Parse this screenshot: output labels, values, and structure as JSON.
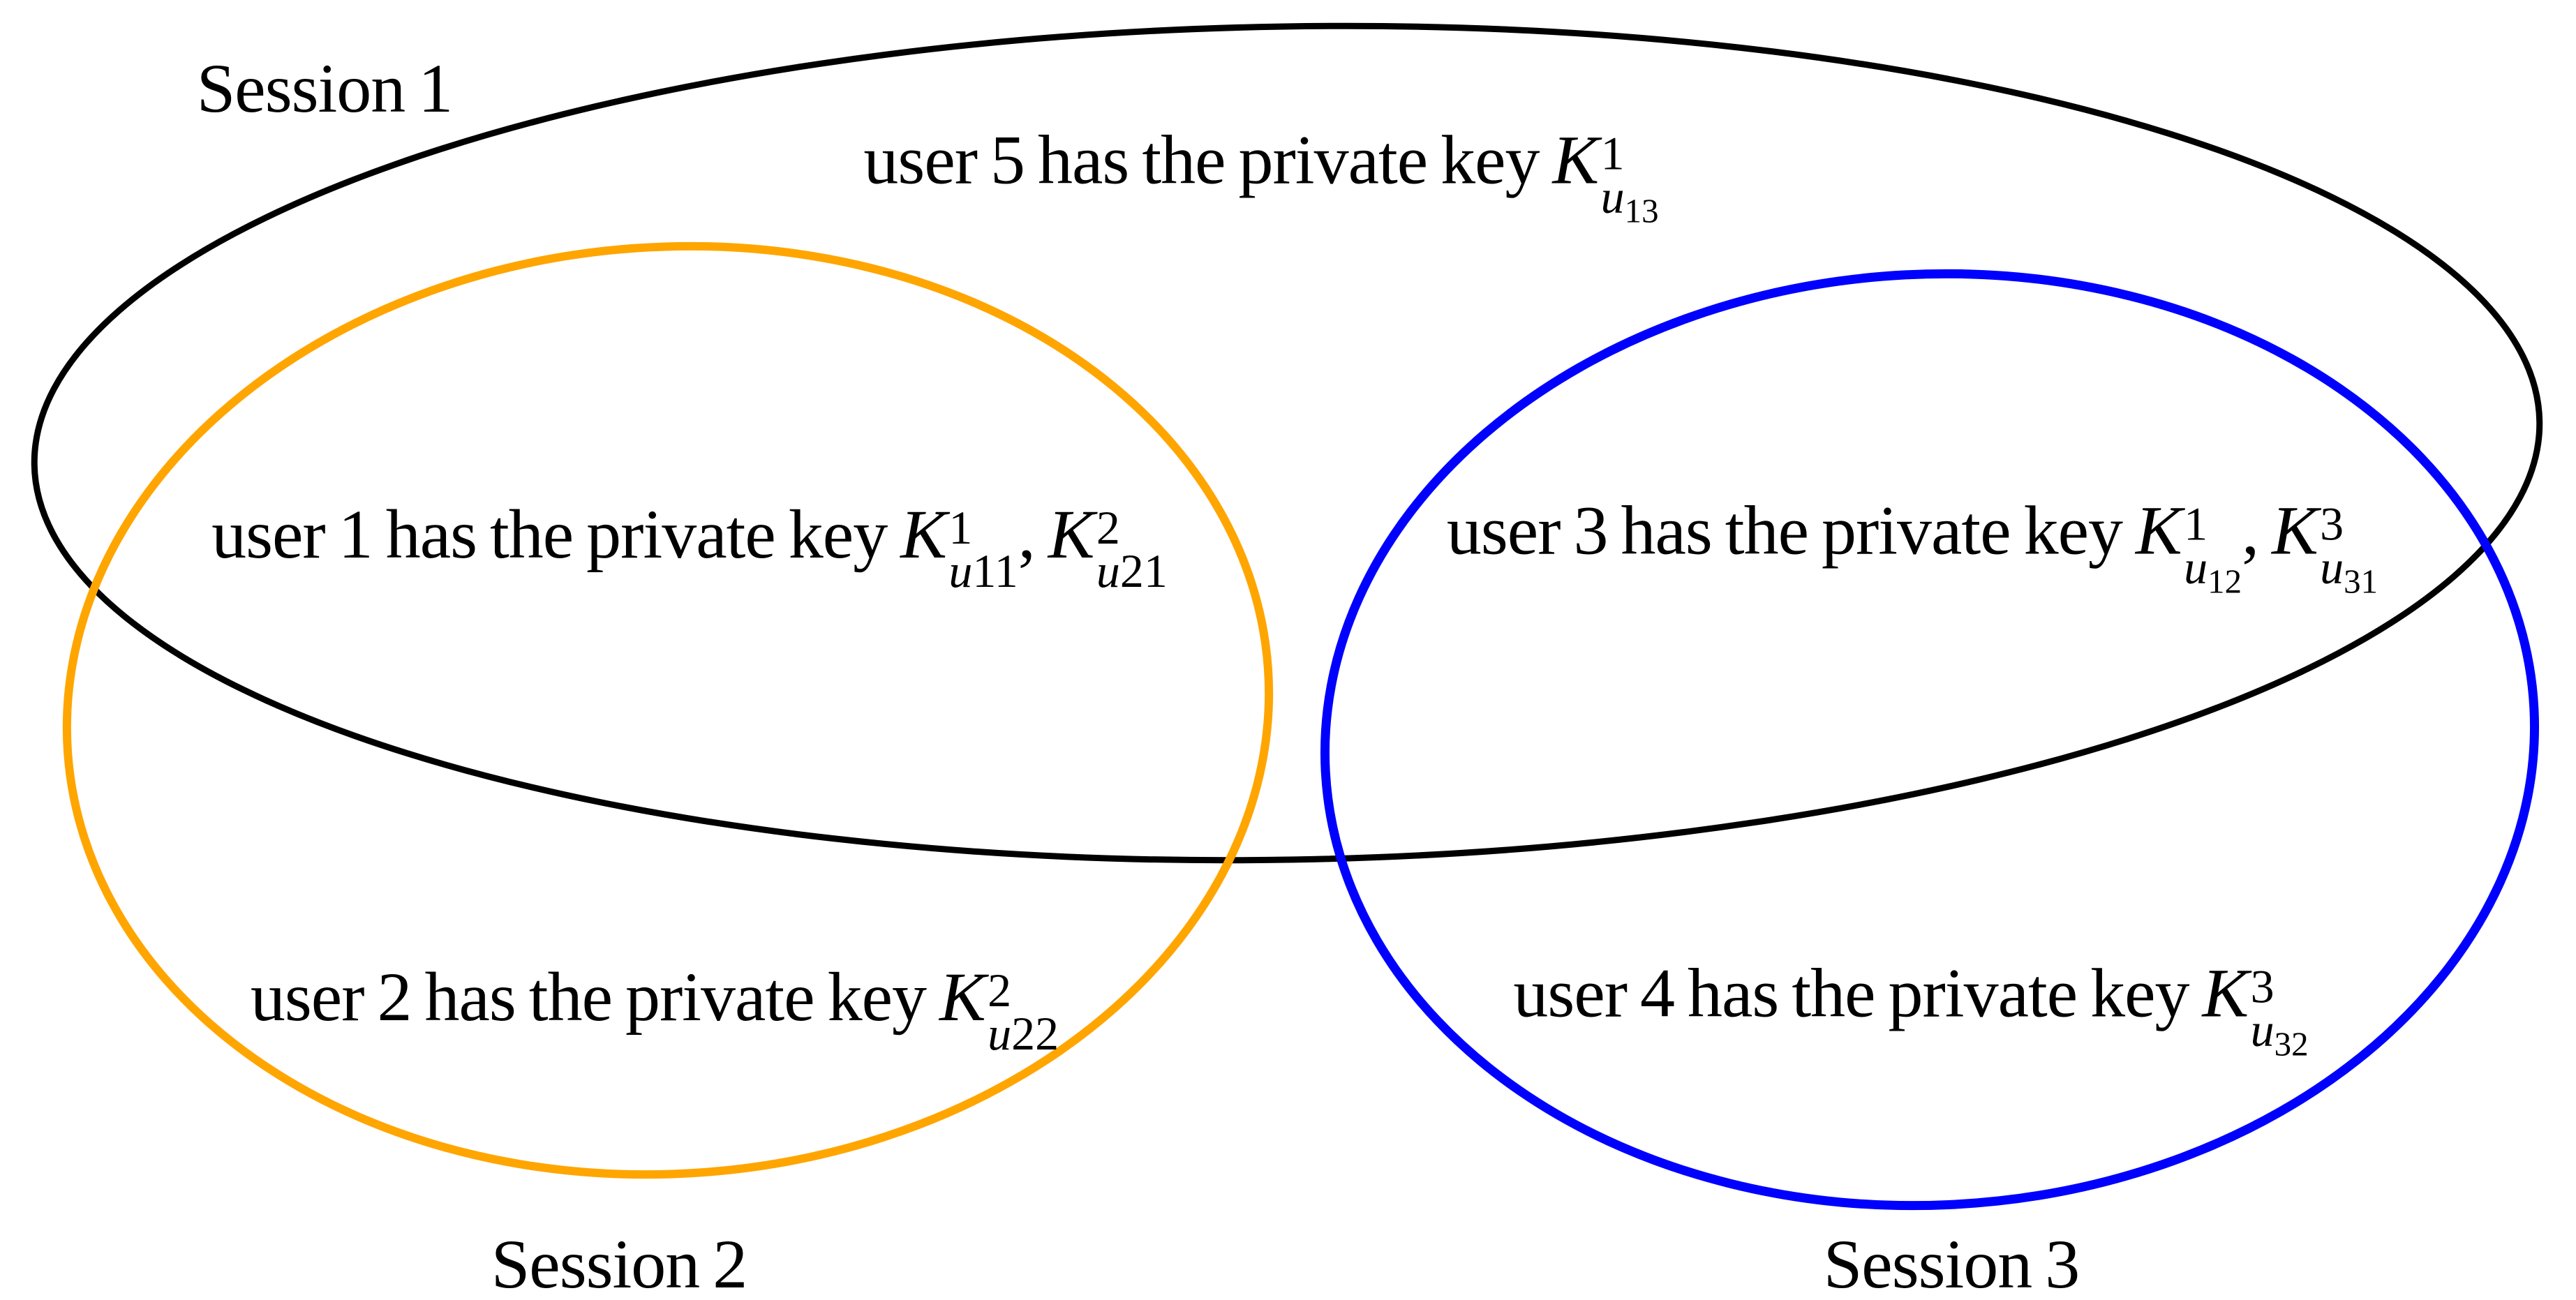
{
  "page": {
    "background": "#ffffff"
  },
  "colors": {
    "session1_stroke": "#000000",
    "session2_stroke": "#FFA500",
    "session3_stroke": "#0000FF"
  },
  "sessions": {
    "s1": "Session 1",
    "s2": "Session 2",
    "s3": "Session 3"
  },
  "annotations": {
    "separator": ", ",
    "user5": {
      "prefix": "user 5 has the private key",
      "keys": [
        {
          "base": "K",
          "sup": "1",
          "sub_it": "u",
          "subsub": "13"
        }
      ]
    },
    "user1": {
      "prefix": "user 1 has the private key",
      "keys": [
        {
          "base": "K",
          "sup": "1",
          "sub_it": "u",
          "sub_rm": "11"
        },
        {
          "base": "K",
          "sup": "2",
          "sub_it": "u",
          "sub_rm": "21"
        }
      ]
    },
    "user3": {
      "prefix": "user 3 has the private key",
      "keys": [
        {
          "base": "K",
          "sup": "1",
          "sub_it": "u",
          "subsub": "12"
        },
        {
          "base": "K",
          "sup": "3",
          "sub_it": "u",
          "subsub": "31"
        }
      ]
    },
    "user2": {
      "prefix": "user 2 has the private key",
      "keys": [
        {
          "base": "K",
          "sup": "2",
          "sub_it": "u",
          "sub_rm": "22"
        }
      ]
    },
    "user4": {
      "prefix": "user 4 has the private key",
      "keys": [
        {
          "base": "K",
          "sup": "3",
          "sub_it": "u",
          "subsub": "32"
        }
      ]
    }
  }
}
